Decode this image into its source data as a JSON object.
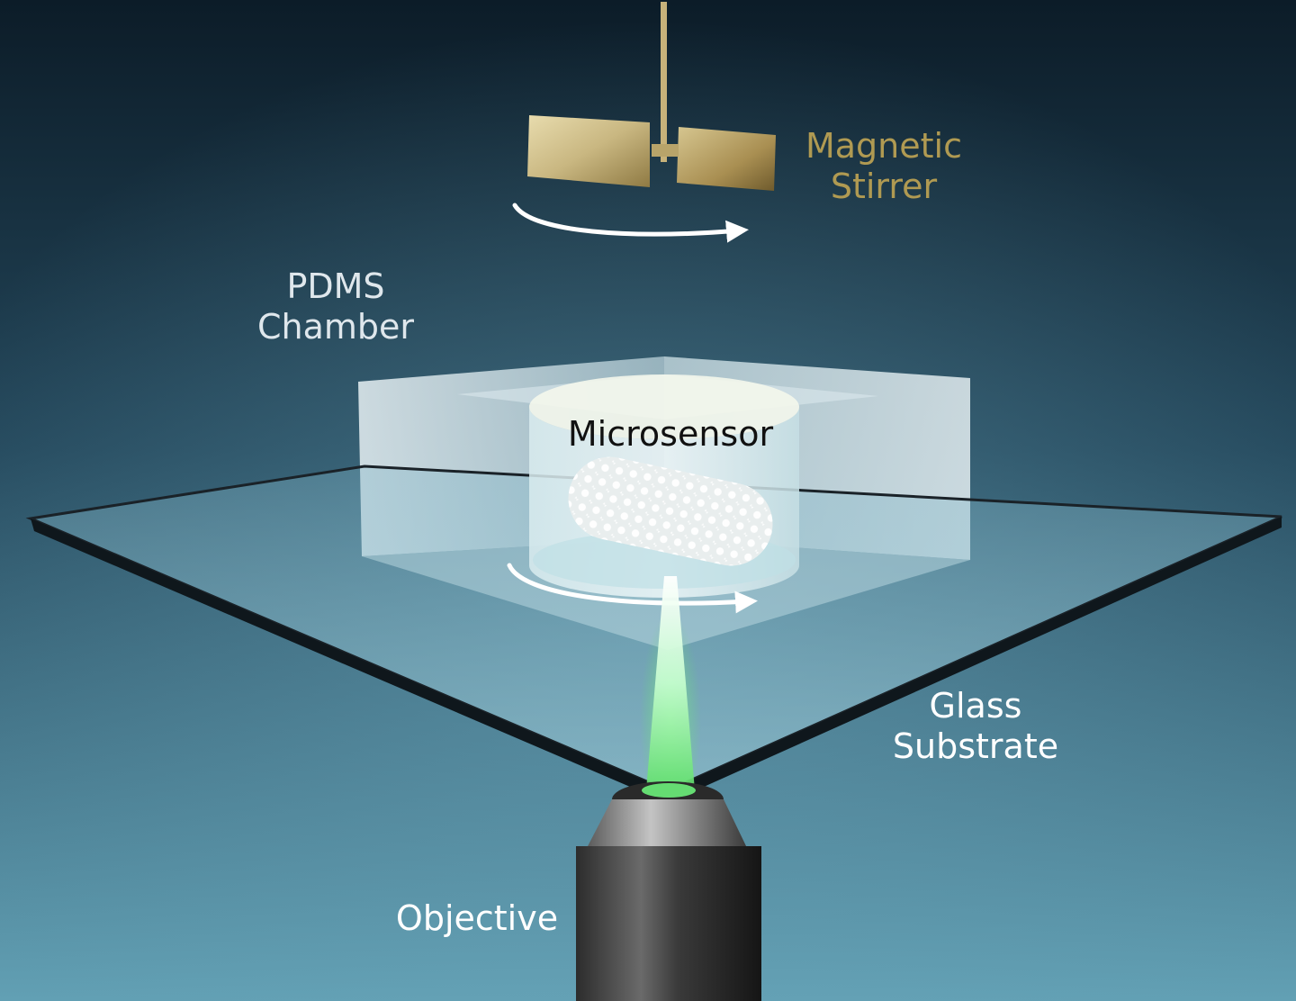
{
  "labels": {
    "magnetic_stirrer": {
      "line1": "Magnetic",
      "line2": "Stirrer"
    },
    "pdms_chamber": {
      "line1": "PDMS",
      "line2": "Chamber"
    },
    "microsensor": {
      "text": "Microsensor"
    },
    "glass_substrate": {
      "line1": "Glass",
      "line2": "Substrate"
    },
    "objective": {
      "text": "Objective"
    }
  },
  "colors": {
    "background_top": "#0c1c28",
    "background_bottom": "#62a0b4",
    "stirrer_gold": "#c9b781",
    "stirrer_label": "#b09a52",
    "pdms_label": "#dfe7ec",
    "microsensor_label": "#111111",
    "glass_label": "#ffffff",
    "objective_label": "#ffffff",
    "laser_green": "#5fe06a",
    "arrow_white": "#ffffff"
  },
  "icons": [
    "rotation-arrow-icon",
    "laser-beam-icon"
  ]
}
